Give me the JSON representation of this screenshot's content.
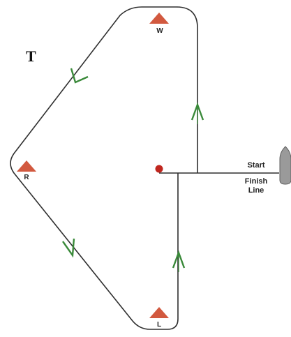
{
  "diagram": {
    "title": "T",
    "marks": {
      "windward": "W",
      "reach": "R",
      "leeward": "L"
    },
    "start_label": "Start",
    "finish_label": "Finish\nLine"
  },
  "colors": {
    "mark": "#d2593f",
    "course_line": "#2f2f2f",
    "arrow": "#3a8a3a",
    "center_dot": "#c0261e",
    "committee_boat": "#9a9a9a"
  }
}
